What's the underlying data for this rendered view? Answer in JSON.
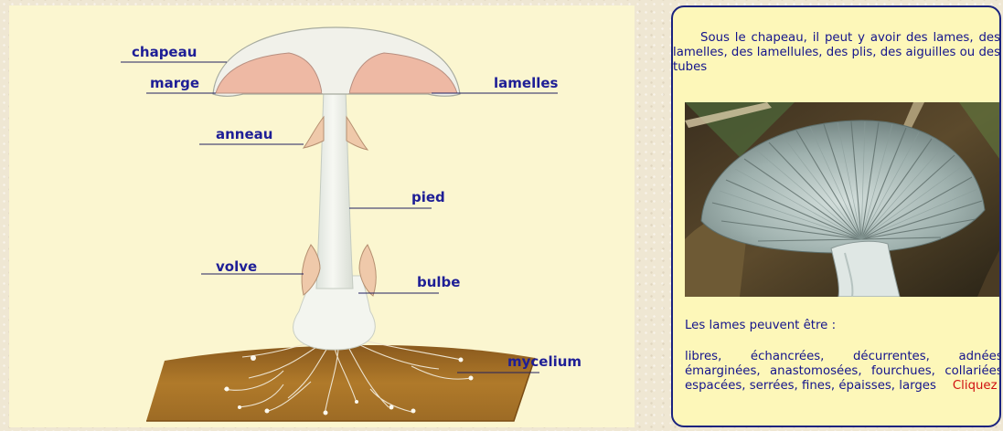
{
  "diagram": {
    "labels": {
      "chapeau": "chapeau",
      "marge": "marge",
      "lamelles": "lamelles",
      "anneau": "anneau",
      "pied": "pied",
      "volve": "volve",
      "bulbe": "bulbe",
      "mycelium": "mycelium"
    },
    "colors": {
      "cap": "#f1f1ea",
      "gills": "#eeb9a4",
      "soil": "#b07a2a",
      "label": "#1e1e96"
    }
  },
  "panel": {
    "intro": "Sous le chapeau, il peut y avoir des lames, des lamelles, des lamellules, des plis, des aiguilles ou des tubes",
    "lames_title": "Les lames peuvent être :",
    "lames_list": "libres, échancrées, décurrentes, adnées, émarginées, anastomosées, fourchues, collariées, espacées, serrées, fines, épaisses, larges",
    "link": "Cliquez !",
    "border_color": "#1a237e",
    "text_color": "#14148c",
    "link_color": "#d01010"
  },
  "photo": {
    "icon": "mushroom-underside-photo"
  }
}
